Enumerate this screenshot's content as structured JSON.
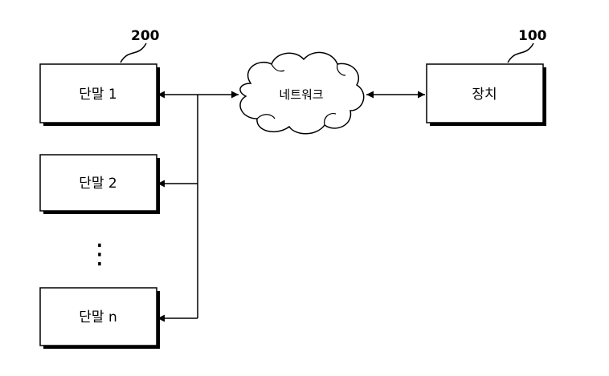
{
  "terminals": [
    {
      "label": "단말 1"
    },
    {
      "label": "단말 2"
    },
    {
      "label": "단말 n"
    }
  ],
  "ellipsis": "⋮",
  "network_label": "네트워크",
  "device_label": "장치",
  "terminal_group_ref": "200",
  "device_ref": "100",
  "colors": {
    "line": "#000000",
    "box_fill": "#ffffff",
    "shadow": "#000000"
  }
}
